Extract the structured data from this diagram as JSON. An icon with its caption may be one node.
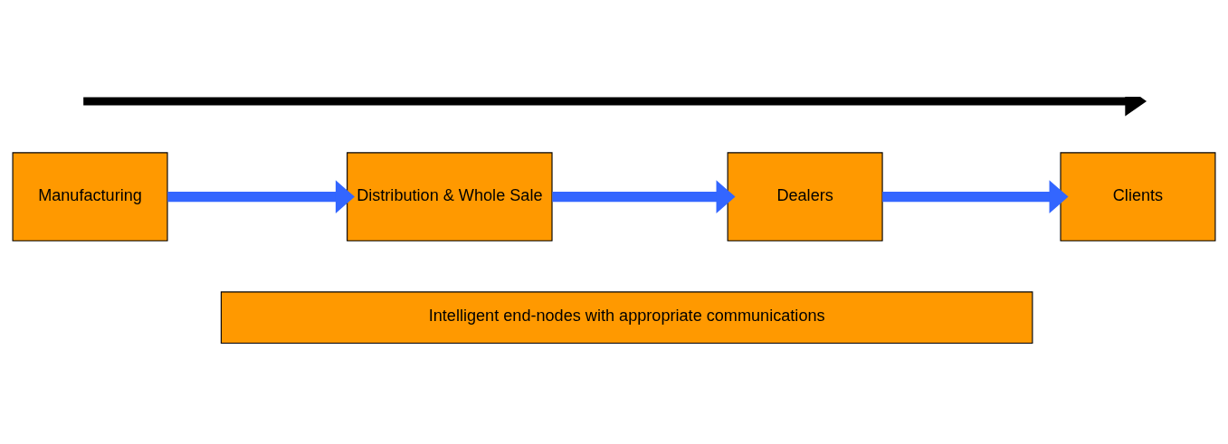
{
  "diagram": {
    "nodes": [
      {
        "text": [
          "Manufacturing"
        ]
      },
      {
        "text": [
          "Distribution & Whole Sale"
        ]
      },
      {
        "text": [
          "Dealers"
        ]
      },
      {
        "text": [
          "Clients"
        ]
      },
      {
        "text": [
          "Intelligent end-nodes with appropriate communications"
        ]
      }
    ],
    "edges": [
      {
        "from": 0,
        "to": 1,
        "arrow": "to"
      },
      {
        "from": 1,
        "to": 2,
        "arrow": "to"
      },
      {
        "from": 2,
        "to": 3,
        "arrow": "to"
      }
    ]
  }
}
